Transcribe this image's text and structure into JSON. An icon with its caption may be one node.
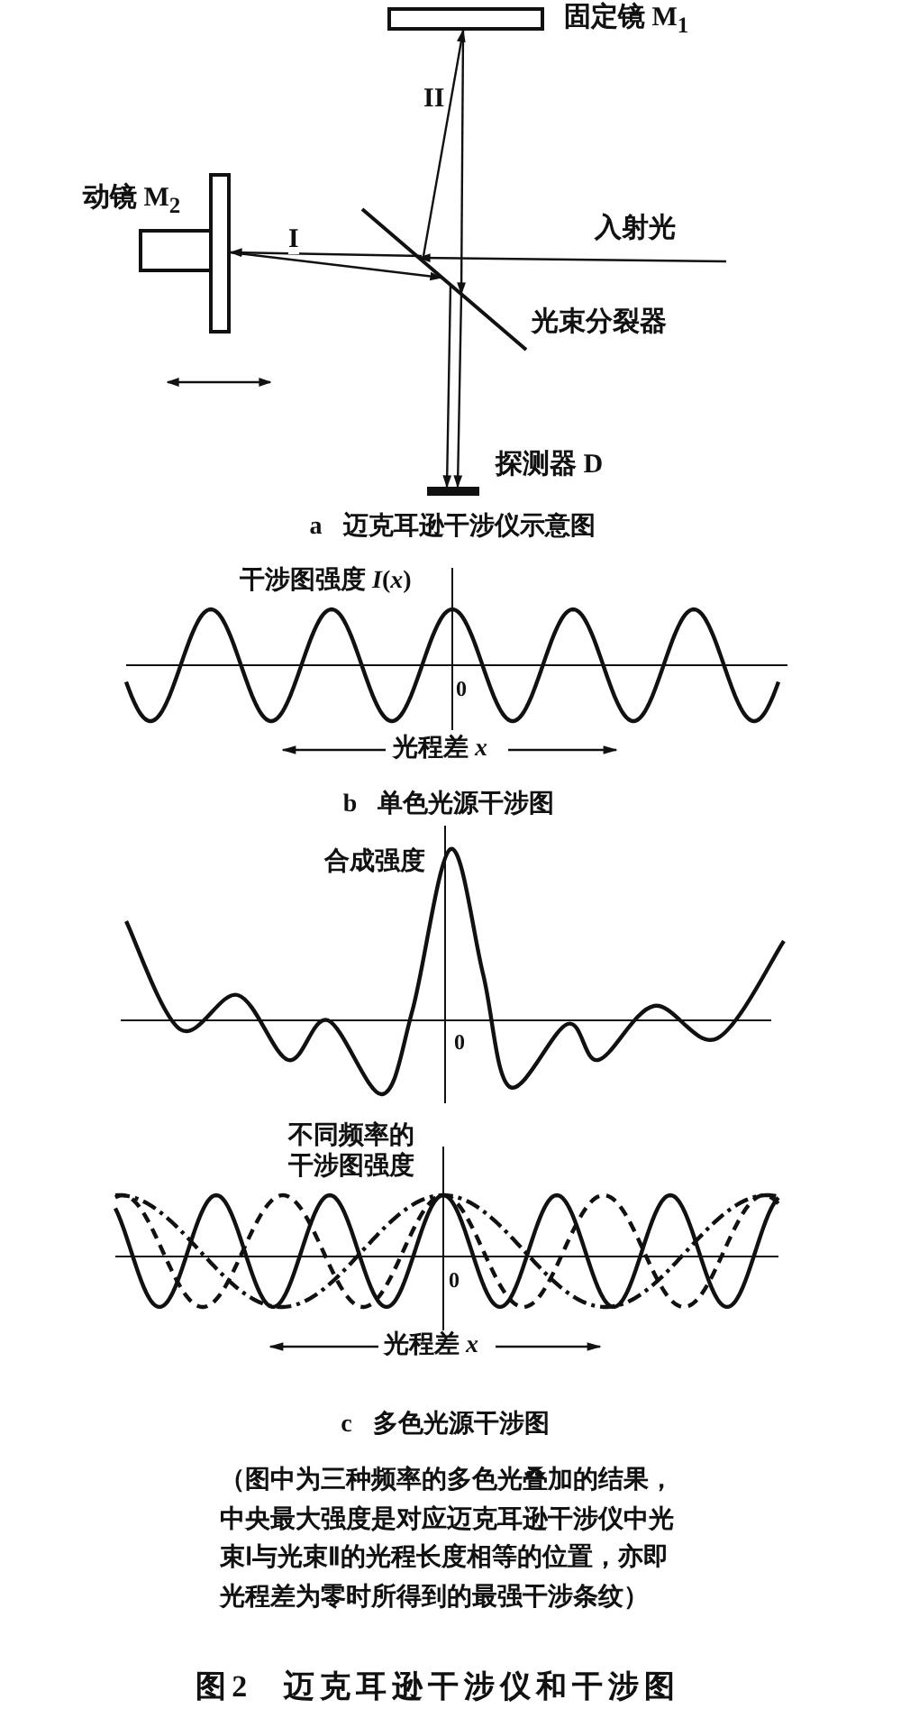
{
  "diagram": {
    "caption": "图2 迈克耳逊干涉仪和干涉图",
    "nodes": [
      {
        "text": [
          "固定镜 M$_{1}$"
        ]
      },
      {
        "text": [
          "动镜 M$_{2}$"
        ]
      },
      {
        "text": [
          "光束分裂器"
        ]
      },
      {
        "text": [
          "探测器 D"
        ]
      }
    ],
    "edges": [
      {
        "from": null,
        "to": 2,
        "arrow": "to",
        "label": "入射光"
      },
      {
        "from": 2,
        "to": 1,
        "arrow": "to",
        "label": "I"
      },
      {
        "from": 1,
        "to": 2,
        "arrow": "to"
      },
      {
        "from": 2,
        "to": 0,
        "arrow": "to",
        "label": "II"
      },
      {
        "from": 0,
        "to": 2,
        "arrow": "to"
      },
      {
        "from": 2,
        "to": 3,
        "arrow": "to"
      },
      {
        "from": 2,
        "to": 3,
        "arrow": "to"
      }
    ],
    "labels": [
      "a 迈克耳逊干涉仪示意图",
      "干涉图强度 *I*(*x*)",
      "0",
      "光程差 *x*",
      "b 单色光源干涉图",
      "合成强度",
      "0",
      "不同频率的干涉图强度",
      "0",
      "光程差 *x*",
      "c 多色光源干涉图",
      "（图中为三种频率的多色光叠加的结果，中央最大强度是对应迈克耳逊干涉仪中光束Ⅰ与光束Ⅱ的光程长度相等的位置，亦即光程差为零时所得到的最强干涉条纹）"
    ]
  }
}
